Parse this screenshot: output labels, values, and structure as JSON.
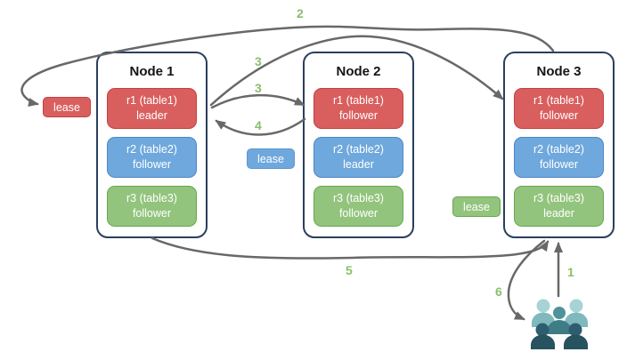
{
  "nodes": [
    {
      "title": "Node 1",
      "replicas": [
        {
          "range": "r1 (table1)",
          "role": "leader",
          "color": "#d95f5e"
        },
        {
          "range": "r2 (table2)",
          "role": "follower",
          "color": "#6fa8dc"
        },
        {
          "range": "r3 (table3)",
          "role": "follower",
          "color": "#93c47d"
        }
      ]
    },
    {
      "title": "Node 2",
      "replicas": [
        {
          "range": "r1 (table1)",
          "role": "follower",
          "color": "#d95f5e"
        },
        {
          "range": "r2 (table2)",
          "role": "leader",
          "color": "#6fa8dc"
        },
        {
          "range": "r3 (table3)",
          "role": "follower",
          "color": "#93c47d"
        }
      ]
    },
    {
      "title": "Node 3",
      "replicas": [
        {
          "range": "r1 (table1)",
          "role": "follower",
          "color": "#d95f5e"
        },
        {
          "range": "r2 (table2)",
          "role": "follower",
          "color": "#6fa8dc"
        },
        {
          "range": "r3 (table3)",
          "role": "leader",
          "color": "#93c47d"
        }
      ]
    }
  ],
  "leases": [
    {
      "label": "lease",
      "color": "#d95f5e"
    },
    {
      "label": "lease",
      "color": "#6fa8dc"
    },
    {
      "label": "lease",
      "color": "#93c47d"
    }
  ],
  "steps": {
    "s1": "1",
    "s2": "2",
    "s3a": "3",
    "s3b": "3",
    "s4": "4",
    "s5": "5",
    "s6": "6"
  },
  "icons": {
    "users": "users-icon"
  },
  "colors": {
    "arrow": "#686868",
    "step_label": "#8abf69",
    "node_border": "#2a3f5f",
    "red_fill": "#d95f5e",
    "red_border": "#c5403f",
    "blue_fill": "#6fa8dc",
    "blue_border": "#4d87c7",
    "green_fill": "#93c47d",
    "green_border": "#68a74e",
    "users_back": "#a6d3d6",
    "users_mid": "#4f929a",
    "users_front": "#2d5d6e"
  }
}
